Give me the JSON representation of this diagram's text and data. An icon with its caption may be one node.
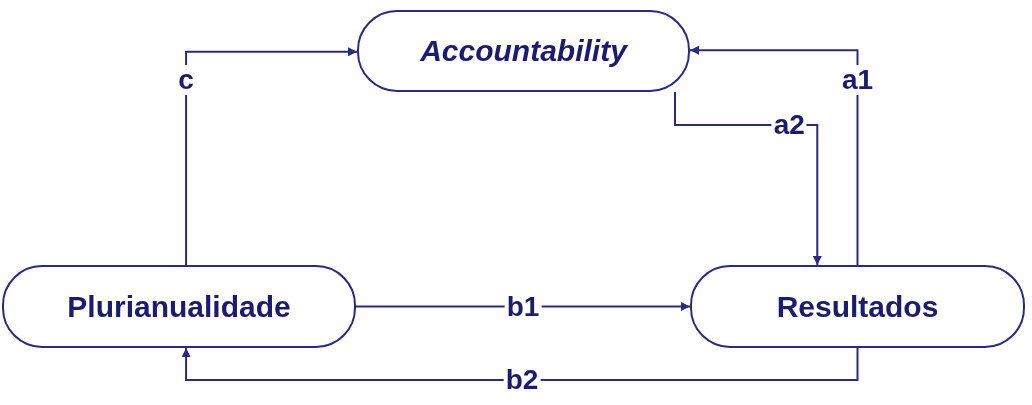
{
  "diagram": {
    "nodes": [
      {
        "text": [
          "Accountability"
        ]
      },
      {
        "text": [
          "Plurianualidade"
        ]
      },
      {
        "text": [
          "Resultados"
        ]
      }
    ],
    "edges": [
      {
        "from": 1,
        "to": 0,
        "arrow": "to",
        "label": "c"
      },
      {
        "from": 2,
        "to": 0,
        "arrow": "to",
        "label": "a1"
      },
      {
        "from": 0,
        "to": 2,
        "arrow": "to",
        "label": "a2"
      },
      {
        "from": 1,
        "to": 2,
        "arrow": "to",
        "label": "b1"
      },
      {
        "from": 2,
        "to": 1,
        "arrow": "to",
        "label": "b2"
      }
    ]
  }
}
